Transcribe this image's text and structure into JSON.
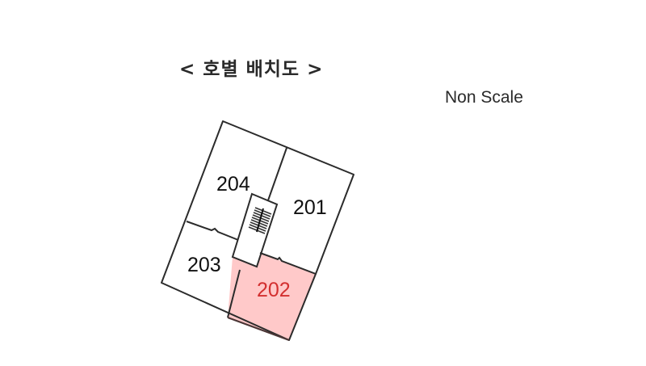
{
  "header": {
    "title": "< 호별 배치도 >",
    "scale_note": "Non Scale"
  },
  "plan": {
    "units": [
      {
        "id": "201",
        "label": "201",
        "highlighted": false
      },
      {
        "id": "202",
        "label": "202",
        "highlighted": true
      },
      {
        "id": "203",
        "label": "203",
        "highlighted": false
      },
      {
        "id": "204",
        "label": "204",
        "highlighted": false
      }
    ],
    "core": {
      "type": "stairs"
    },
    "colors": {
      "outline": "#2b2b2b",
      "highlight_fill": "#ffc9c9",
      "highlight_text": "#d32f2f",
      "default_text": "#111111",
      "background": "#ffffff"
    }
  }
}
